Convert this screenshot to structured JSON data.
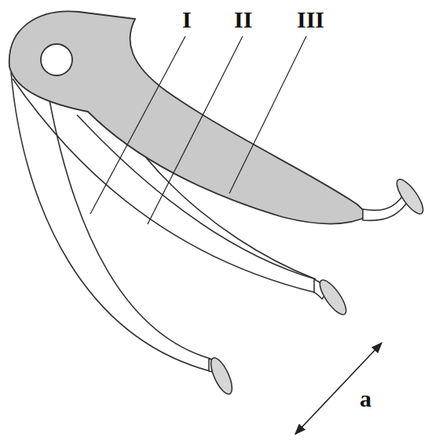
{
  "diagram": {
    "labels": [
      "I",
      "II",
      "III",
      "a"
    ]
  }
}
